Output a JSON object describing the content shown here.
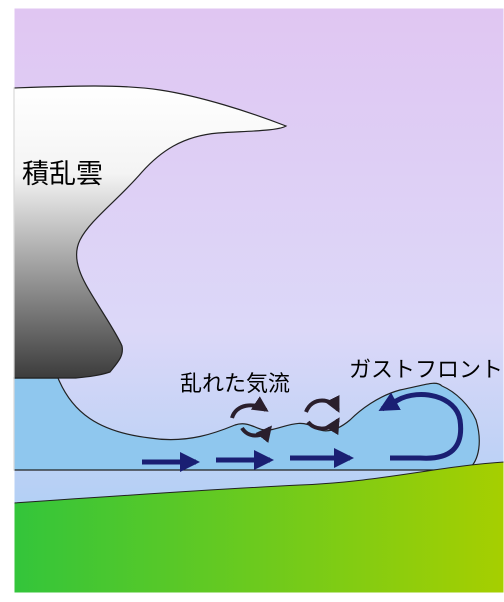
{
  "labels": {
    "cloud": "積乱雲",
    "turbulent_flow": "乱れた気流",
    "gust_front": "ガストフロント"
  },
  "colors": {
    "sky_top": "#e0c6f2",
    "sky_mid": "#dcd8f8",
    "sky_low": "#9ecbf3",
    "cloud_top": "#ffffff",
    "cloud_bottom": "#3c3c3c",
    "outflow": "#8fc7ee",
    "ground_left": "#33c53b",
    "ground_right": "#a6cf00",
    "arrow": "#1a1f73",
    "swirl": "#2a1f2c"
  },
  "icons": [
    "flow-arrow-icon",
    "swirl-arrow-icon",
    "curl-arrow-icon"
  ]
}
